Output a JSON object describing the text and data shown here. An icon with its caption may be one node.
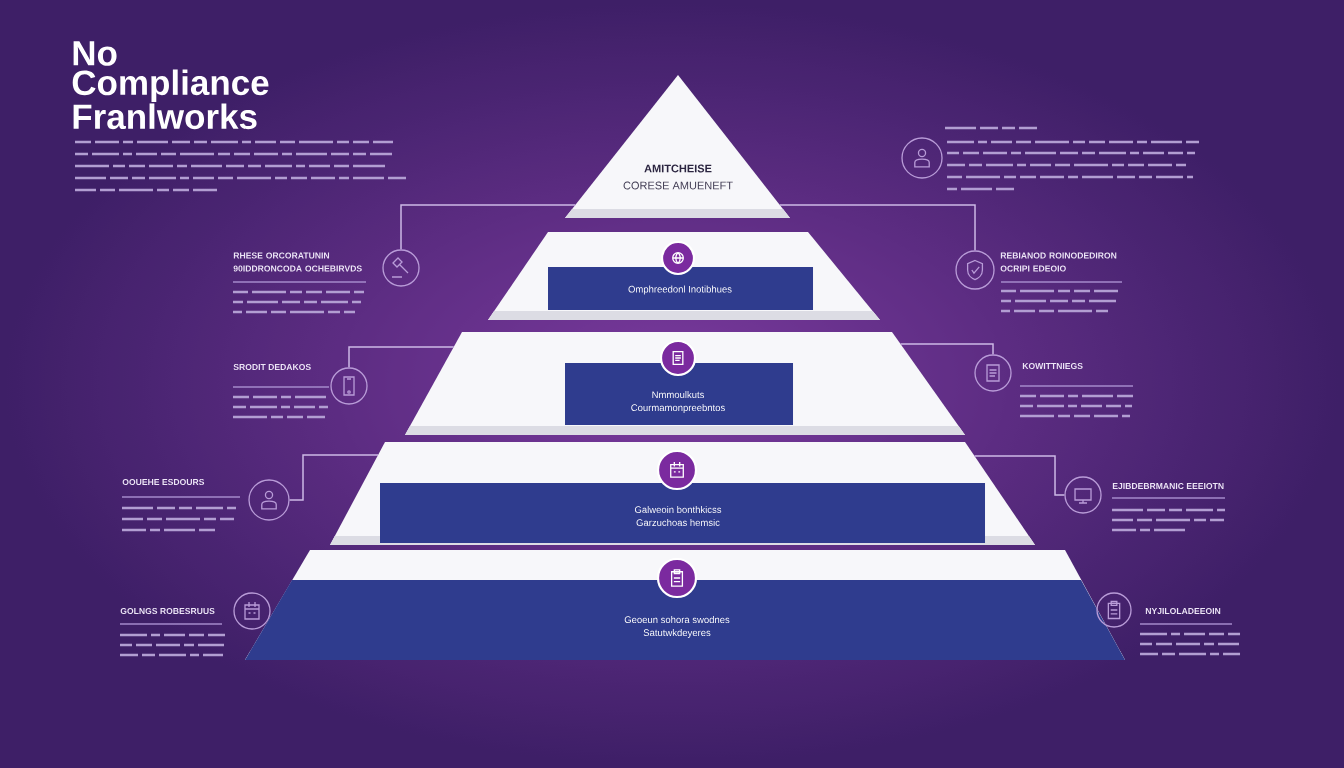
{
  "diagram": {
    "title": "No Compliance Franlworks",
    "nodes": [
      {
        "text": [
          "AMITCHEISE",
          "CORESE AMUENEFT"
        ]
      },
      {
        "text": [
          "Omphreedonl Inotibhues"
        ]
      },
      {
        "text": [
          "Nmmoulkuts",
          "Courmamonpreebntos"
        ]
      },
      {
        "text": [
          "Galweoin bonthkicss",
          "Garzuchoas hemsic"
        ]
      },
      {
        "text": [
          "Geoeun sohora swodnes",
          "Satutwkdeyeres"
        ]
      },
      {
        "text": [],
        "shape": "circle",
        "beside": [
          "RHESE ORCORATUNIN 90IDDRONCODA OCHEBIRVDS"
        ]
      },
      {
        "text": [],
        "shape": "circle",
        "beside": [
          "SRODIT DEDAKOS"
        ]
      },
      {
        "text": [],
        "shape": "circle"
      },
      {
        "text": [],
        "shape": "circle",
        "beside": [
          "GOLNGS ROBESRUUS"
        ]
      },
      {
        "text": [],
        "shape": "circle"
      },
      {
        "text": [],
        "shape": "circle",
        "beside": [
          "REBIANOD ROINODEDIRON OCRIPI EDEOIO"
        ]
      },
      {
        "text": [],
        "shape": "circle",
        "beside": [
          "KOWITTNIEGS"
        ]
      },
      {
        "text": [],
        "shape": "circle",
        "beside": [
          "EJIBDEBRMANIC EEEIOTN"
        ]
      },
      {
        "text": [],
        "shape": "circle",
        "beside": [
          "NYJILOLADEEOIN"
        ]
      }
    ],
    "edges": [
      {
        "from": 0,
        "to": 5,
        "arrow": "none"
      },
      {
        "from": 0,
        "to": 10,
        "arrow": "none"
      },
      {
        "from": 2,
        "to": 6,
        "arrow": "none"
      },
      {
        "from": 2,
        "to": 11,
        "arrow": "none"
      },
      {
        "from": 3,
        "to": 7,
        "arrow": "none"
      },
      {
        "from": 3,
        "to": 12,
        "arrow": "none"
      }
    ],
    "labels": [
      "OOUEHE ESDOURS"
    ]
  }
}
